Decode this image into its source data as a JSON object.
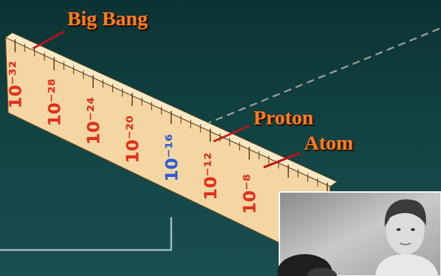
{
  "diagram": {
    "labels": [
      "Big Bang",
      "Proton",
      "Atom",
      "10⁻³²",
      "10⁻²⁸",
      "10⁻²⁴",
      "10⁻²⁰",
      "10⁻¹⁶",
      "10⁻¹²",
      "10⁻⁸"
    ]
  }
}
